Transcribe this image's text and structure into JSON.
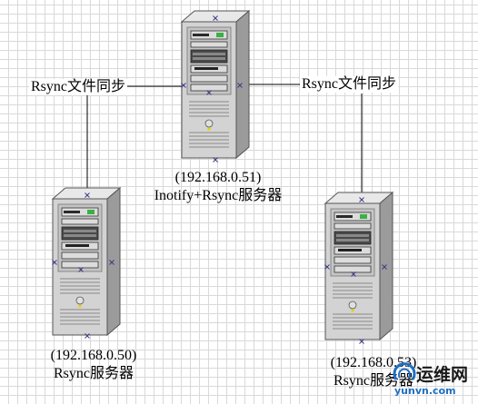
{
  "sync_labels": {
    "left": "Rsync文件同步",
    "right": "Rsync文件同步"
  },
  "servers": {
    "center": {
      "ip": "(192.168.0.51)",
      "role": "Inotify+Rsync服务器"
    },
    "left": {
      "ip": "(192.168.0.50)",
      "role": "Rsync服务器"
    },
    "right": {
      "ip": "(192.168.0.53)",
      "role": "Rsync服务器"
    }
  },
  "watermark": {
    "cn": "运维网",
    "en": "yunvn.com"
  },
  "colors": {
    "case_front": "#d4d4d4",
    "case_side": "#9a9a9a",
    "case_top": "#e6e6e6",
    "connector": "#3a3a8a"
  }
}
